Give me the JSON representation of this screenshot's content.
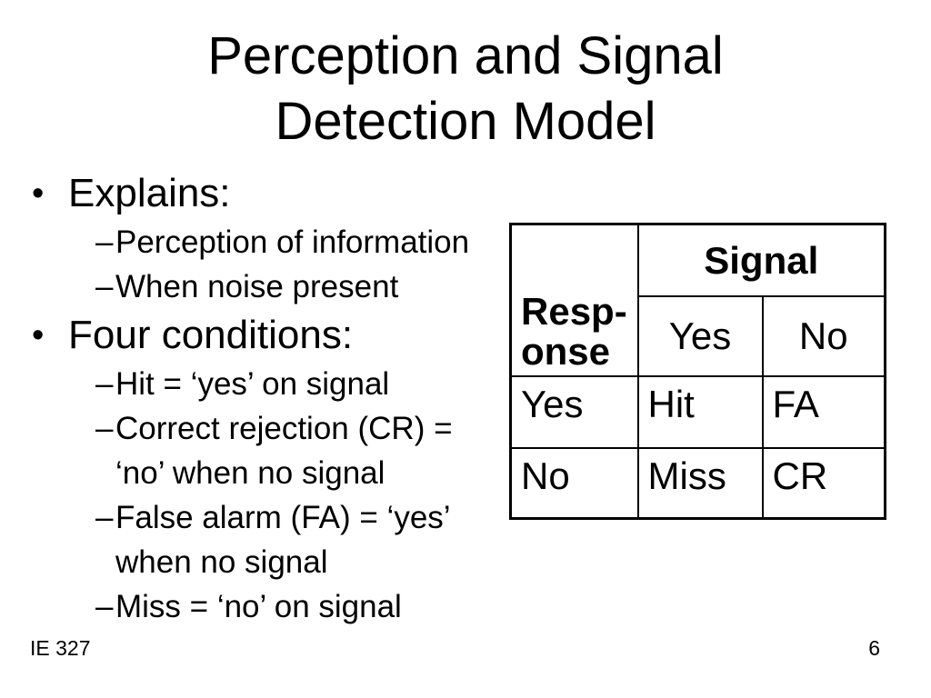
{
  "colors": {
    "background": "#ffffff",
    "text": "#000000"
  },
  "title": {
    "line1": "Perception and Signal",
    "line2": "Detection Model"
  },
  "bullets": {
    "items": [
      {
        "level": 1,
        "marker": "•",
        "text": "Explains:"
      },
      {
        "level": 2,
        "marker": "–",
        "text": "Perception of information"
      },
      {
        "level": 2,
        "marker": "–",
        "text": "When noise present"
      },
      {
        "level": 1,
        "marker": "•",
        "text": "Four conditions:"
      },
      {
        "level": 2,
        "marker": "–",
        "text": "Hit = ‘yes’ on signal"
      },
      {
        "level": 2,
        "marker": "–",
        "text": "Correct rejection (CR) = ‘no’ when no signal"
      },
      {
        "level": 2,
        "marker": "–",
        "text": "False alarm (FA) = ‘yes’ when no signal"
      },
      {
        "level": 2,
        "marker": "–",
        "text": "Miss = ‘no’ on signal"
      }
    ]
  },
  "table": {
    "corner_header": "Resp-onse",
    "signal_header": "Signal",
    "col_headers": [
      "Yes",
      "No"
    ],
    "rows": [
      {
        "label": "Yes",
        "cells": [
          "Hit",
          "FA"
        ]
      },
      {
        "label": "No",
        "cells": [
          "Miss",
          "CR"
        ]
      }
    ]
  },
  "footer": {
    "course": "IE 327",
    "page_number": "6"
  }
}
